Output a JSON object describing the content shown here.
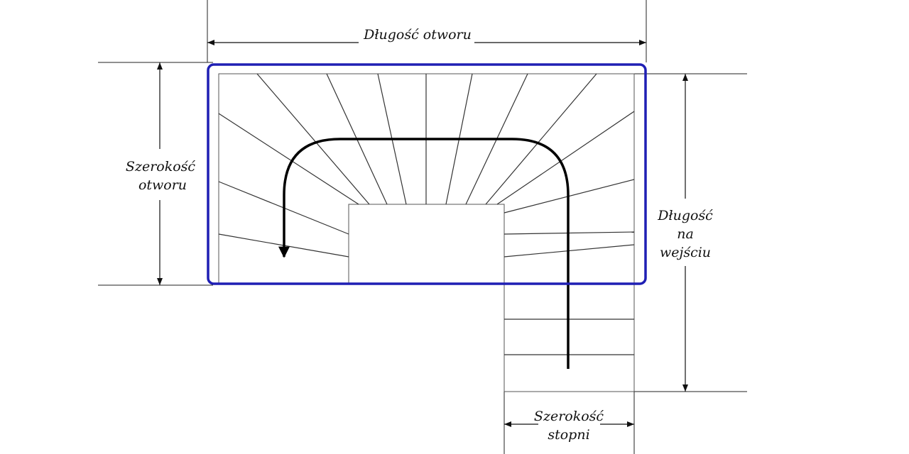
{
  "labels": {
    "opening_length": "Długość otworu",
    "opening_width_line1": "Szerokość",
    "opening_width_line2": "otworu",
    "entry_length_line1": "Długość",
    "entry_length_line2": "na",
    "entry_length_line3": "wejściu",
    "step_width_line1": "Szerokość",
    "step_width_line2": "stopni"
  },
  "colors": {
    "opening_outline": "#1f1fb4",
    "stair_lines": "#333333",
    "walk_line": "#000000",
    "dimension_lines": "#111111"
  }
}
